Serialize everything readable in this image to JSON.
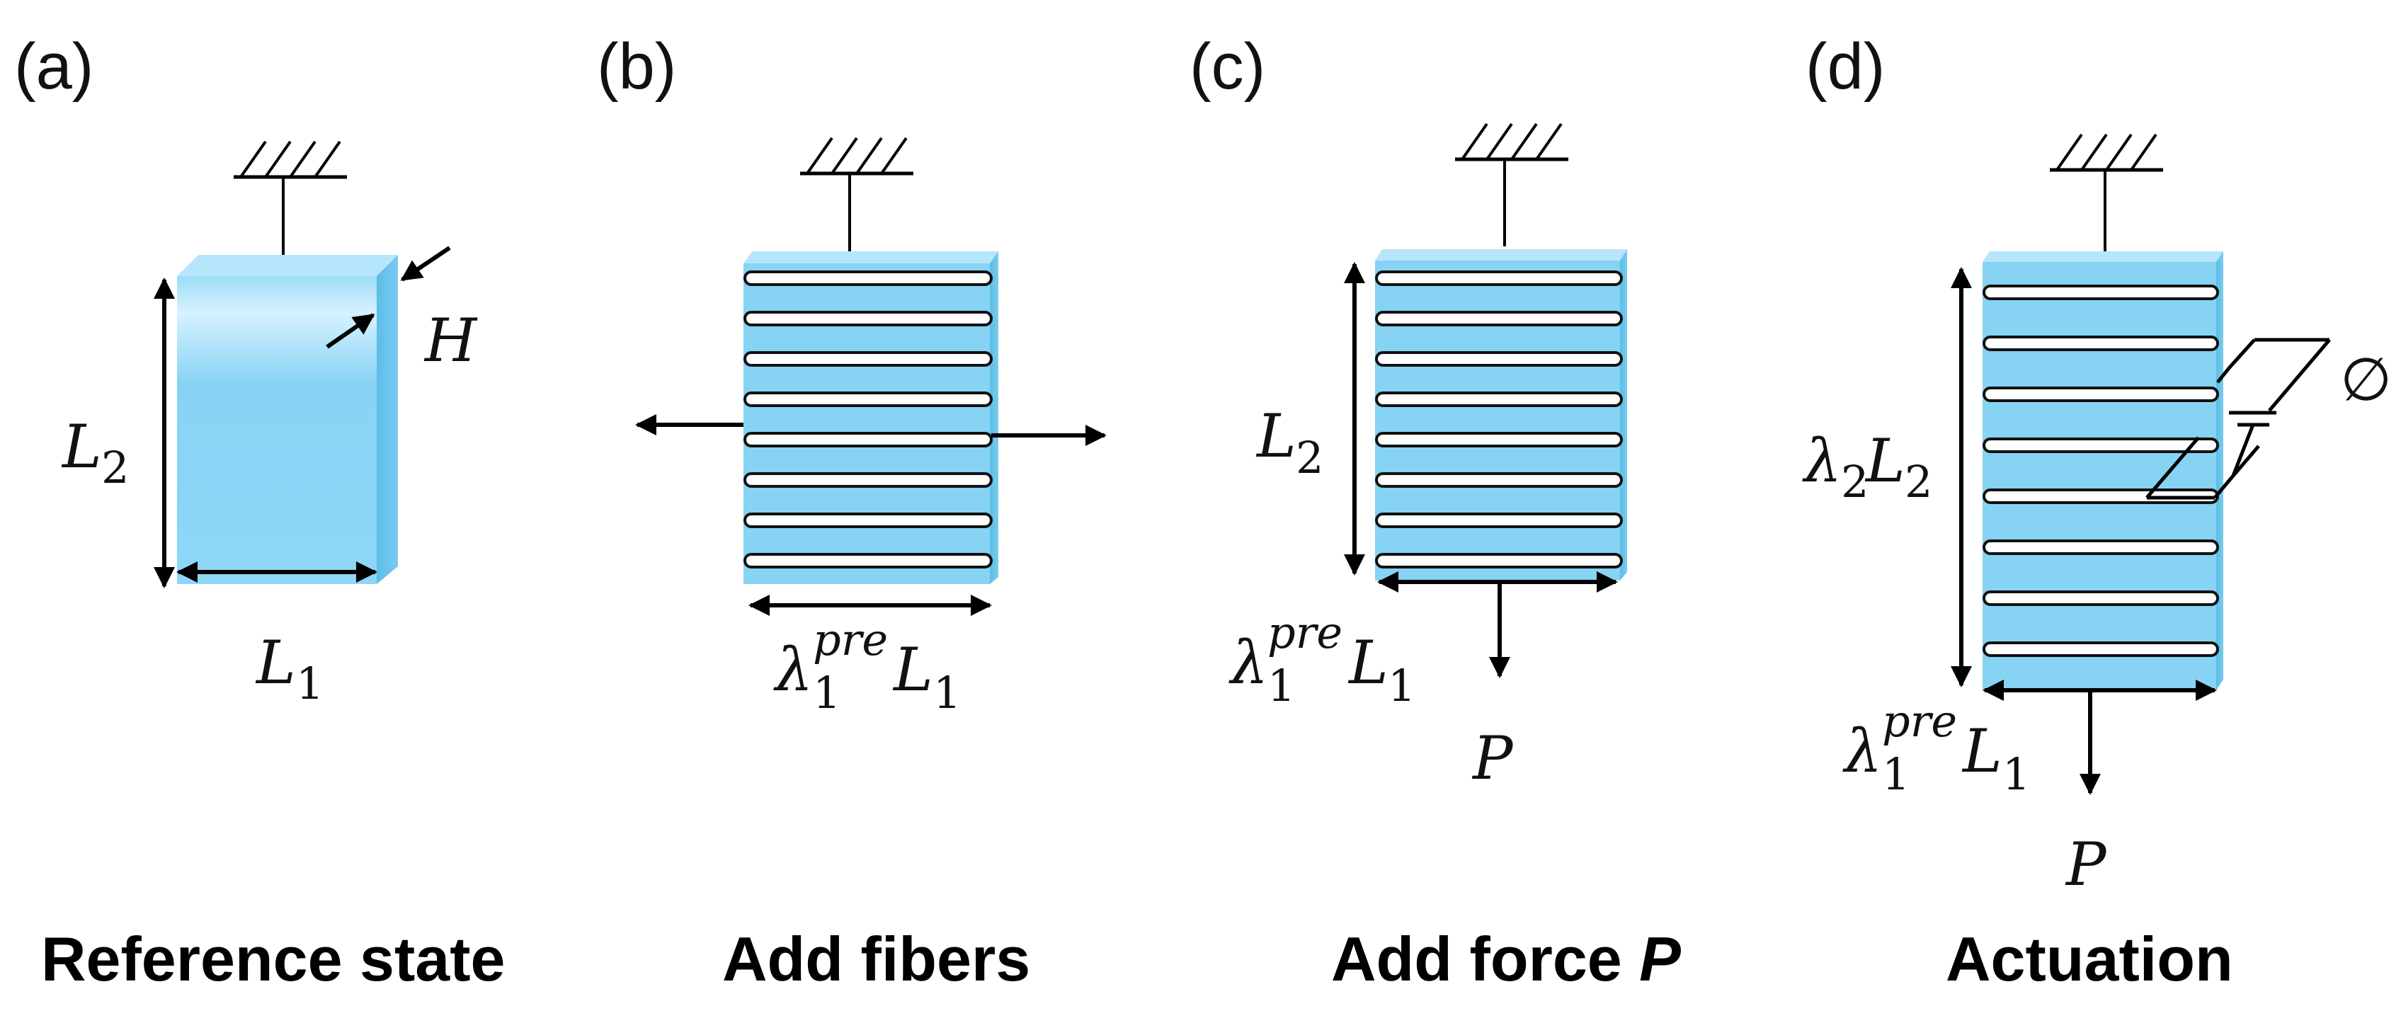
{
  "panels": [
    {
      "label": "(a)",
      "caption": "Reference state"
    },
    {
      "label": "(b)",
      "caption": "Add fibers"
    },
    {
      "label": "(c)",
      "caption": "Add force ",
      "caption_var": "P"
    },
    {
      "label": "(d)",
      "caption": "Actuation"
    }
  ],
  "symbols": {
    "L": "L",
    "H": "H",
    "P": "P",
    "lambda": "λ",
    "sub1": "1",
    "sub2": "2",
    "pre": "pre",
    "phi": "∅"
  },
  "colors": {
    "block_light": "#bfeaff",
    "block_main": "#87d4f5",
    "block_side": "#5fc0e8",
    "block_top": "#b6e6fb",
    "fiber_fill": "#ffffff",
    "fiber_stroke": "#111111"
  }
}
